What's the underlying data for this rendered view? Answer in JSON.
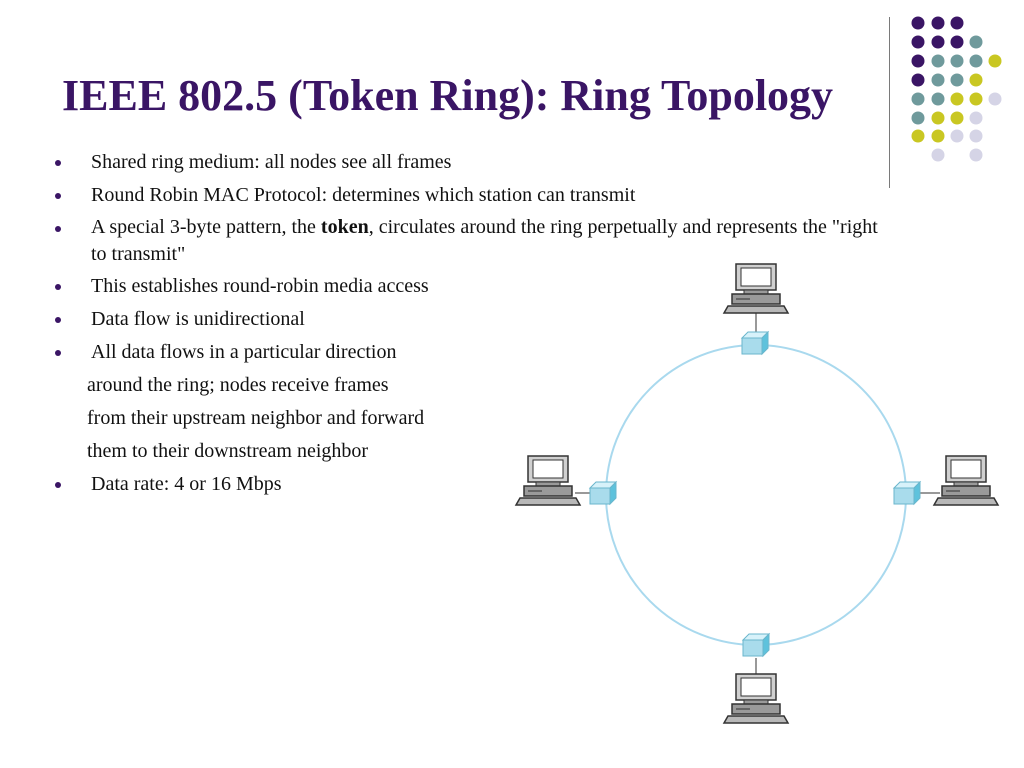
{
  "slide": {
    "title": "IEEE 802.5 (Token Ring): Ring Topology",
    "bullets": [
      "Shared ring medium: all nodes see all frames",
      "Round Robin MAC Protocol: determines which station can transmit",
      {
        "before": "A special  3-byte pattern, the ",
        "bold": "token",
        "after": ", circulates around the ring perpetually and represents the \"right to transmit\""
      },
      "This establishes round-robin media access",
      "Data flow is unidirectional",
      "All data flows in a particular direction",
      "around the ring; nodes receive frames",
      "from their upstream neighbor and forward",
      "them to their downstream neighbor",
      "Data rate: 4 or 16 Mbps"
    ]
  },
  "colors": {
    "title": "#3a1565",
    "dot_purple": "#3a1565",
    "dot_teal": "#6f9a9c",
    "dot_yellow": "#c9c722",
    "dot_lavender": "#d5d4e6",
    "ring": "#a9d9ee",
    "hub": "#a9dcec"
  },
  "icons": [
    "computer-icon",
    "hub-icon"
  ]
}
